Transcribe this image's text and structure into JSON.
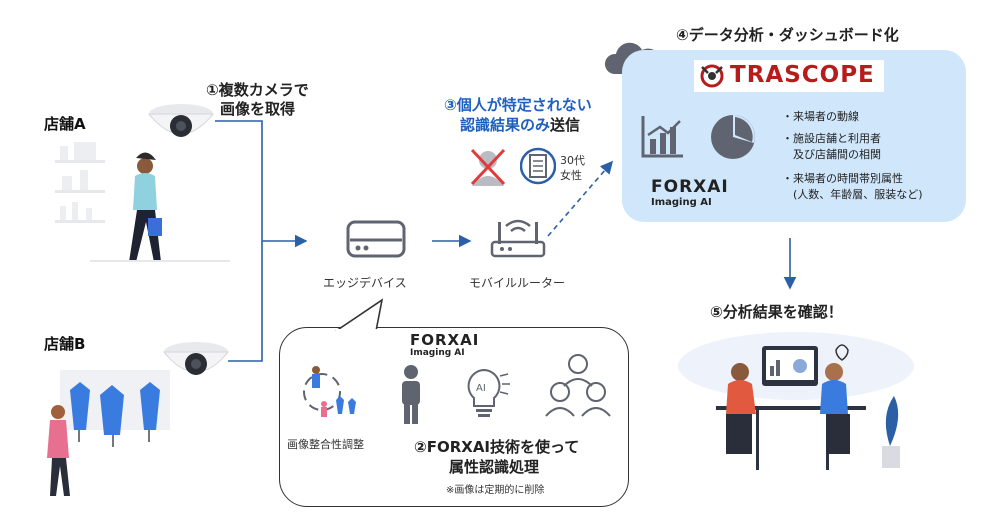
{
  "stores": {
    "a": "店舗A",
    "b": "店舗B"
  },
  "steps": {
    "step1_line1": "①複数カメラで",
    "step1_line2": "画像を取得",
    "step2_line1": "②FORXAI技術を使って",
    "step2_line2": "属性認識処理",
    "step3_line1": "③個人が特定されない",
    "step3_line2a": "認識結果のみ",
    "step3_line2b": "送信",
    "step4": "④データ分析・ダッシュボード化",
    "step5": "⑤分析結果を確認！"
  },
  "devices": {
    "edge": "エッジデバイス",
    "router": "モバイルルーター"
  },
  "doc_label_line1": "30代",
  "doc_label_line2": "女性",
  "callout": {
    "image_adjust": "画像整合性調整",
    "forxai": "FORXAI",
    "imaging": "Imaging AI",
    "note": "※画像は定期的に削除"
  },
  "panel": {
    "logo_text": "TRASCOPE",
    "forxai": "FORXAI",
    "imaging": "Imaging AI",
    "bullets": [
      "・来場者の動線",
      "・施設店舗と利用者",
      "　及び店舗間の相関",
      "・来場者の時間帯別属性",
      "　(人数、年齢層、服装など)"
    ]
  },
  "colors": {
    "blue": "#1f5fbf",
    "line_blue": "#2b5fa6",
    "panel": "#cfe6fb",
    "icon_gray": "#5f6470",
    "accent_red": "#b71c1c"
  },
  "icons": [
    "camera-icon",
    "edge-device-icon",
    "router-icon",
    "bar-chart-icon",
    "pie-chart-icon",
    "cloud-icon",
    "person-icon",
    "ai-bulb-icon",
    "users-icon",
    "document-icon",
    "crossed-person-icon"
  ]
}
